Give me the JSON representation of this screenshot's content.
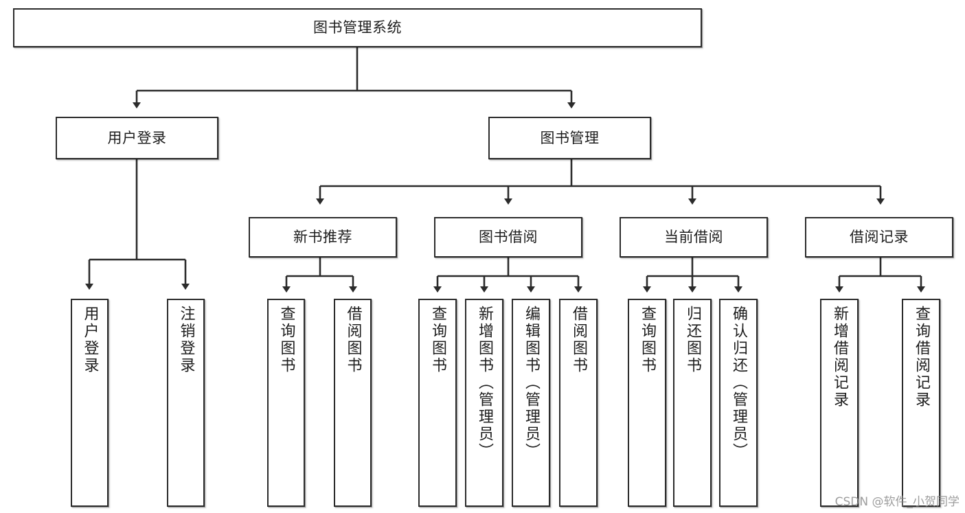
{
  "diagram": {
    "title": "图书管理系统",
    "type": "tree-hierarchy-chart",
    "watermark": "CSDN @软件_小贺同学",
    "colors": {
      "stroke": "#2b2b2b",
      "fill": "#ffffff",
      "text": "#1d1d1d",
      "watermark": "#8d8d8d"
    },
    "root": {
      "id": "root",
      "label": "图书管理系统"
    },
    "level2": [
      {
        "id": "user-login",
        "label": "用户登录"
      },
      {
        "id": "book-manage",
        "label": "图书管理"
      }
    ],
    "level3": [
      {
        "id": "new-book-rec",
        "label": "新书推荐",
        "parent": "book-manage"
      },
      {
        "id": "book-borrow",
        "label": "图书借阅",
        "parent": "book-manage"
      },
      {
        "id": "current-borrow",
        "label": "当前借阅",
        "parent": "book-manage"
      },
      {
        "id": "borrow-record",
        "label": "借阅记录",
        "parent": "book-manage"
      }
    ],
    "leaves": [
      {
        "id": "leaf-user-login",
        "label": "用户登录",
        "parent": "user-login"
      },
      {
        "id": "leaf-user-logout",
        "label": "注销登录",
        "parent": "user-login"
      },
      {
        "id": "leaf-query-book-1",
        "label": "查询图书",
        "parent": "new-book-rec"
      },
      {
        "id": "leaf-borrow-book-1",
        "label": "借阅图书",
        "parent": "new-book-rec"
      },
      {
        "id": "leaf-query-book-2",
        "label": "查询图书",
        "parent": "book-borrow"
      },
      {
        "id": "leaf-add-book",
        "label": "新增图书（管理员）",
        "parent": "book-borrow"
      },
      {
        "id": "leaf-edit-book",
        "label": "编辑图书（管理员）",
        "parent": "book-borrow"
      },
      {
        "id": "leaf-borrow-book-2",
        "label": "借阅图书",
        "parent": "book-borrow"
      },
      {
        "id": "leaf-query-book-3",
        "label": "查询图书",
        "parent": "current-borrow"
      },
      {
        "id": "leaf-return-book",
        "label": "归还图书",
        "parent": "current-borrow"
      },
      {
        "id": "leaf-confirm-return",
        "label": "确认归还（管理员）",
        "parent": "current-borrow"
      },
      {
        "id": "leaf-add-record",
        "label": "新增借阅记录",
        "parent": "borrow-record"
      },
      {
        "id": "leaf-query-record",
        "label": "查询借阅记录",
        "parent": "borrow-record"
      }
    ]
  }
}
